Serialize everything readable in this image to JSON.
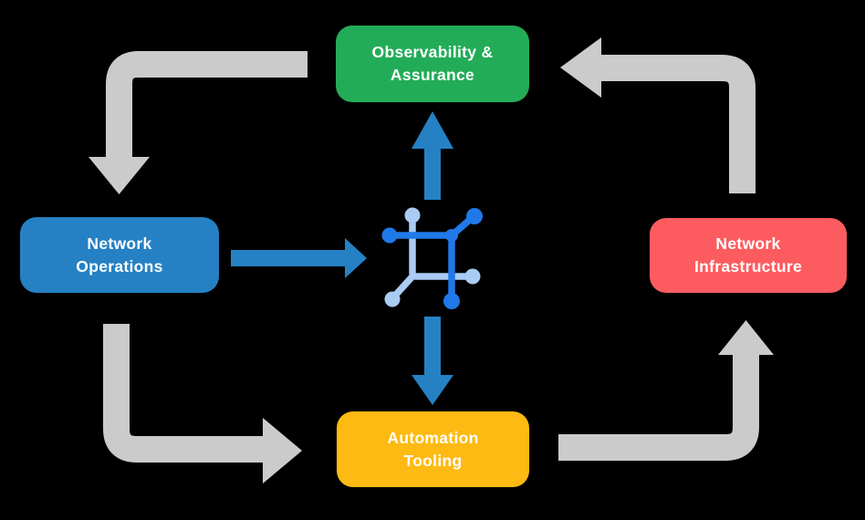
{
  "diagram": {
    "nodes": [
      {
        "id": "observability-assurance",
        "label": "Observability &\nAssurance",
        "color": "#23AC58"
      },
      {
        "id": "network-operations",
        "label": "Network\nOperations",
        "color": "#2581C4"
      },
      {
        "id": "network-infrastructure",
        "label": "Network\nInfrastructure",
        "color": "#FC5C60"
      },
      {
        "id": "automation-tooling",
        "label": "Automation\nTooling",
        "color": "#FDBA12"
      }
    ],
    "center_icon": "network-nodes-icon",
    "arrows": [
      {
        "from": "observability-assurance",
        "to": "network-operations",
        "style": "gray-elbow"
      },
      {
        "from": "network-operations",
        "to": "automation-tooling",
        "style": "gray-elbow"
      },
      {
        "from": "automation-tooling",
        "to": "network-infrastructure",
        "style": "gray-elbow"
      },
      {
        "from": "network-infrastructure",
        "to": "observability-assurance",
        "style": "gray-elbow"
      },
      {
        "from": "network-operations",
        "to": "center-icon",
        "style": "blue-straight"
      },
      {
        "from": "center-icon",
        "to": "observability-assurance",
        "style": "blue-straight"
      },
      {
        "from": "center-icon",
        "to": "automation-tooling",
        "style": "blue-straight"
      }
    ]
  },
  "colors": {
    "background": "#000000",
    "node_green": "#23AC58",
    "node_blue": "#2581C4",
    "node_red": "#FC5C60",
    "node_yellow": "#FDBA12",
    "arrow_gray": "#CBCBCB",
    "arrow_blue": "#2581C4",
    "icon_dark_blue": "#2079E8",
    "icon_light_blue": "#A9CBF4",
    "text": "#FFFFFF"
  }
}
